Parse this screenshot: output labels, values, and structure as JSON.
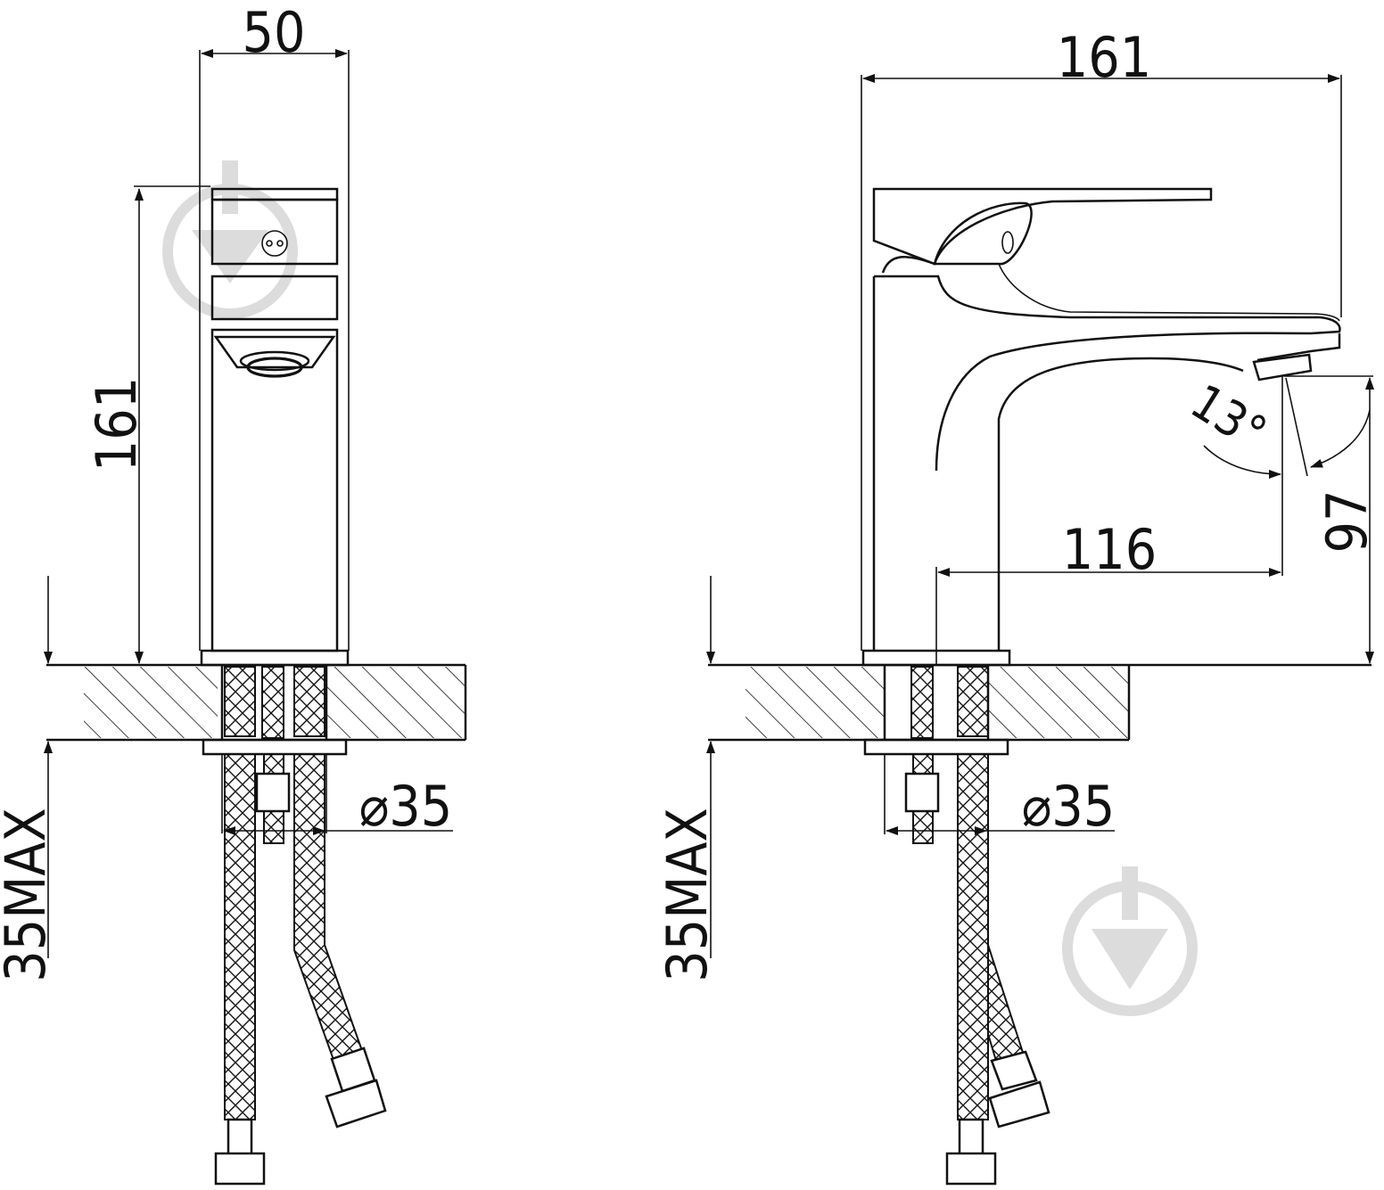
{
  "front_view": {
    "width_label": "50",
    "height_label": "161",
    "hole_label": "⌀35",
    "counter_label": "35MAX"
  },
  "side_view": {
    "length_label": "161",
    "reach_label": "116",
    "spout_height_label": "97",
    "angle_label": "13°",
    "hole_label": "⌀35",
    "counter_label": "35MAX"
  },
  "colors": {
    "line": "#111111",
    "watermark": "#dcdcdc"
  },
  "icons": [
    "faucet-watermark-icon"
  ]
}
